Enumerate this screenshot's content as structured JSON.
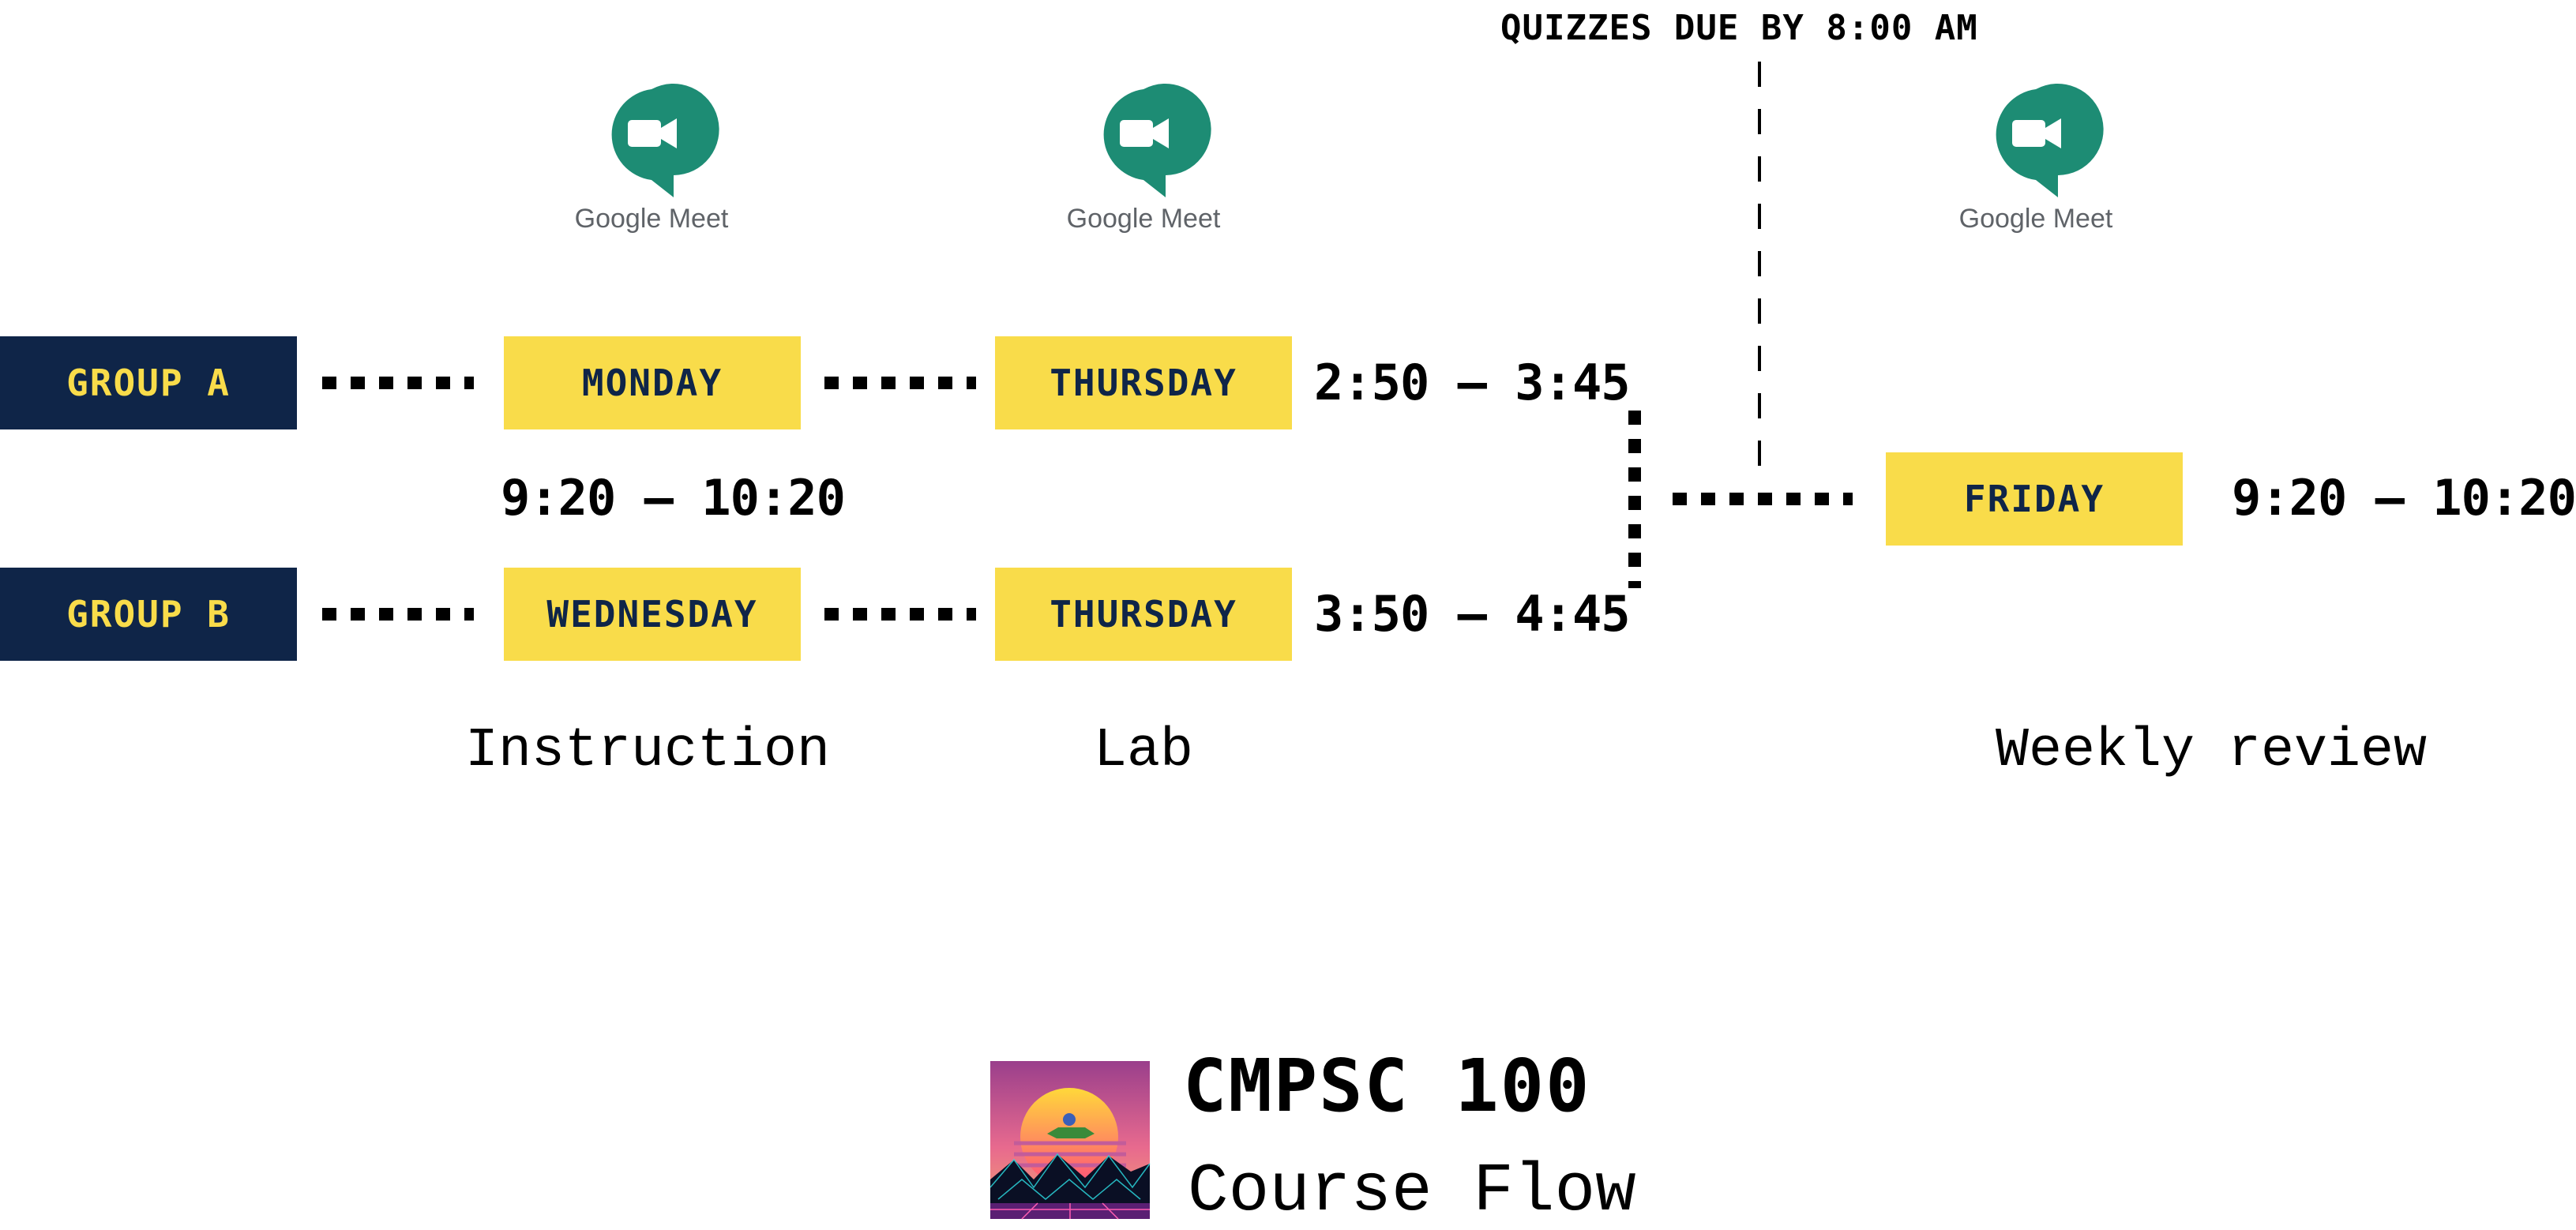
{
  "header": {
    "quiz_note": "QUIZZES DUE BY 8:00 AM"
  },
  "meet_icons": [
    {
      "label": "Google Meet"
    },
    {
      "label": "Google Meet"
    },
    {
      "label": "Google Meet"
    }
  ],
  "groups": [
    {
      "label": "GROUP A",
      "instruction_day": "MONDAY",
      "lab_day": "THURSDAY",
      "lab_time": "2:50 – 3:45"
    },
    {
      "label": "GROUP B",
      "instruction_day": "WEDNESDAY",
      "lab_day": "THURSDAY",
      "lab_time": "3:50 – 4:45"
    }
  ],
  "instruction_time": "9:20 – 10:20",
  "review": {
    "day": "FRIDAY",
    "time": "9:20 – 10:20"
  },
  "phases": [
    "Instruction",
    "Lab",
    "Weekly review"
  ],
  "course": {
    "title": "CMPSC 100",
    "subtitle": "Course Flow"
  },
  "colors": {
    "navy": "#0f2548",
    "yellow": "#f9dc4a",
    "meet_green": "#1d8c74"
  }
}
